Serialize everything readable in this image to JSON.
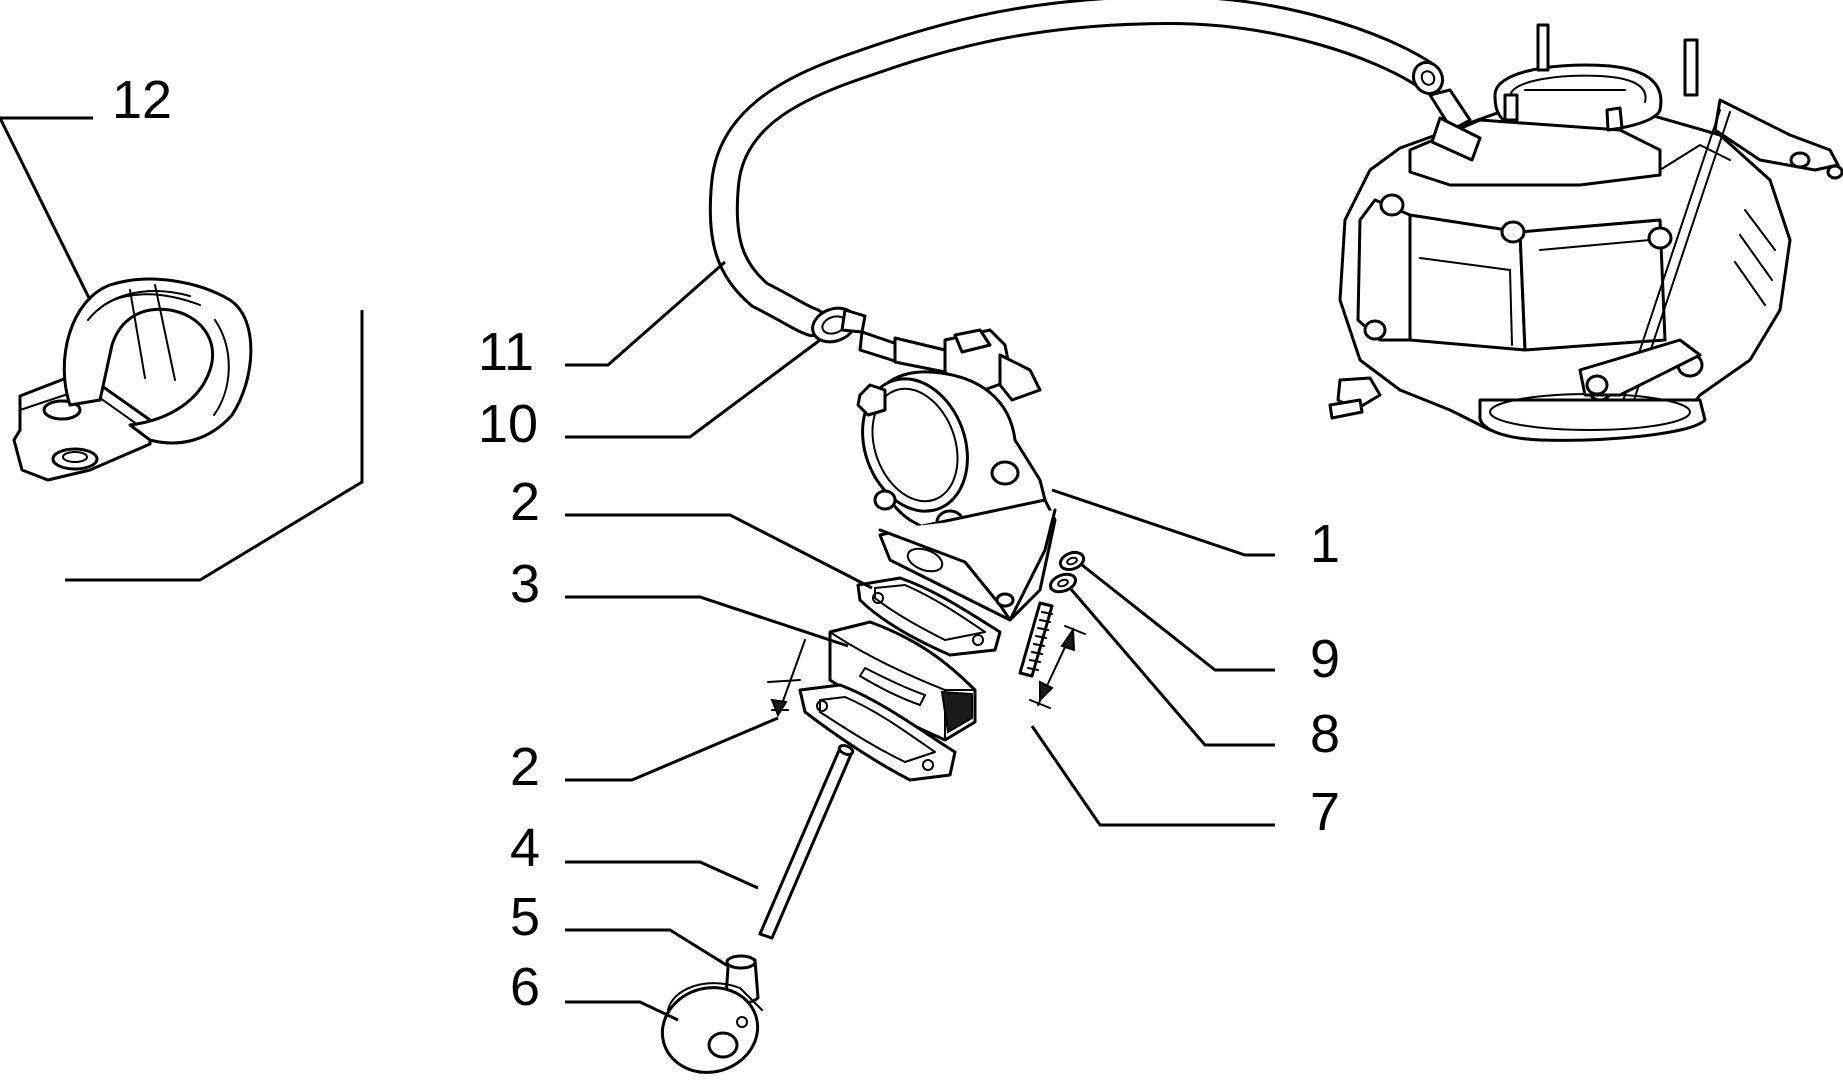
{
  "callouts": {
    "c12": "12",
    "c11": "11",
    "c10": "10",
    "c2a": "2",
    "c3": "3",
    "c2b": "2",
    "c4": "4",
    "c5": "5",
    "c6": "6",
    "c1": "1",
    "c9": "9",
    "c8": "8",
    "c7": "7"
  },
  "colors": {
    "line": "#000000",
    "background": "#ffffff"
  }
}
